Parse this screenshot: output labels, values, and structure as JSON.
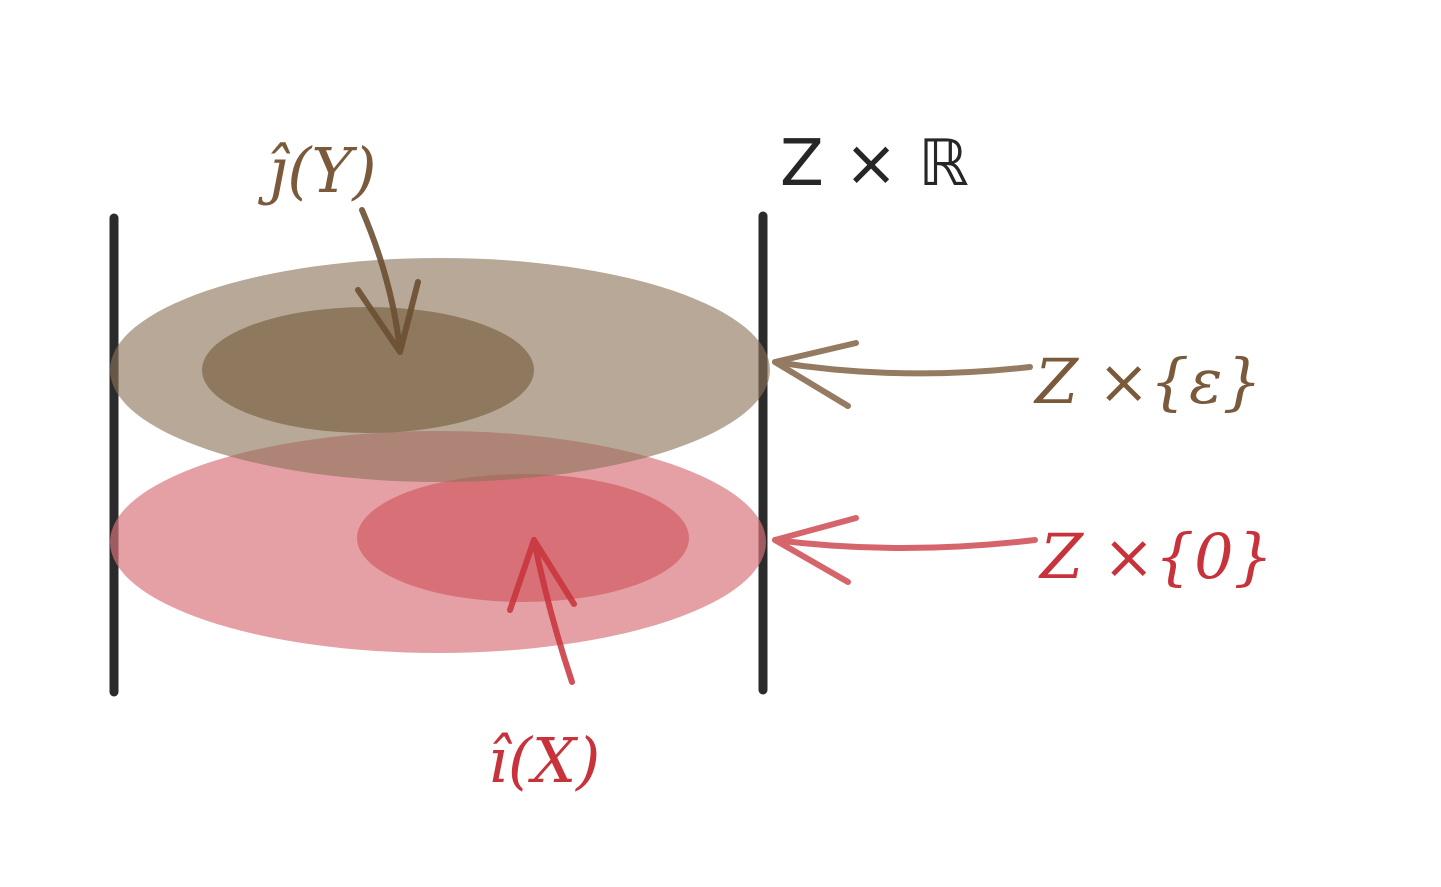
{
  "labels": {
    "space": "Z × ℝ",
    "upper_slice": "Z ×{ε}",
    "lower_slice": "Z ×{0}",
    "upper_image": "ĵ(Y)",
    "lower_image": "î(X)"
  },
  "colors": {
    "wall": "#2b2b2b",
    "brown_plane": "#a08c75",
    "brown_inner": "#7d6040",
    "brown_text": "#7a5a3a",
    "red_plane": "#d9737b",
    "red_inner": "#cc4a52",
    "red_text": "#c8323a"
  }
}
